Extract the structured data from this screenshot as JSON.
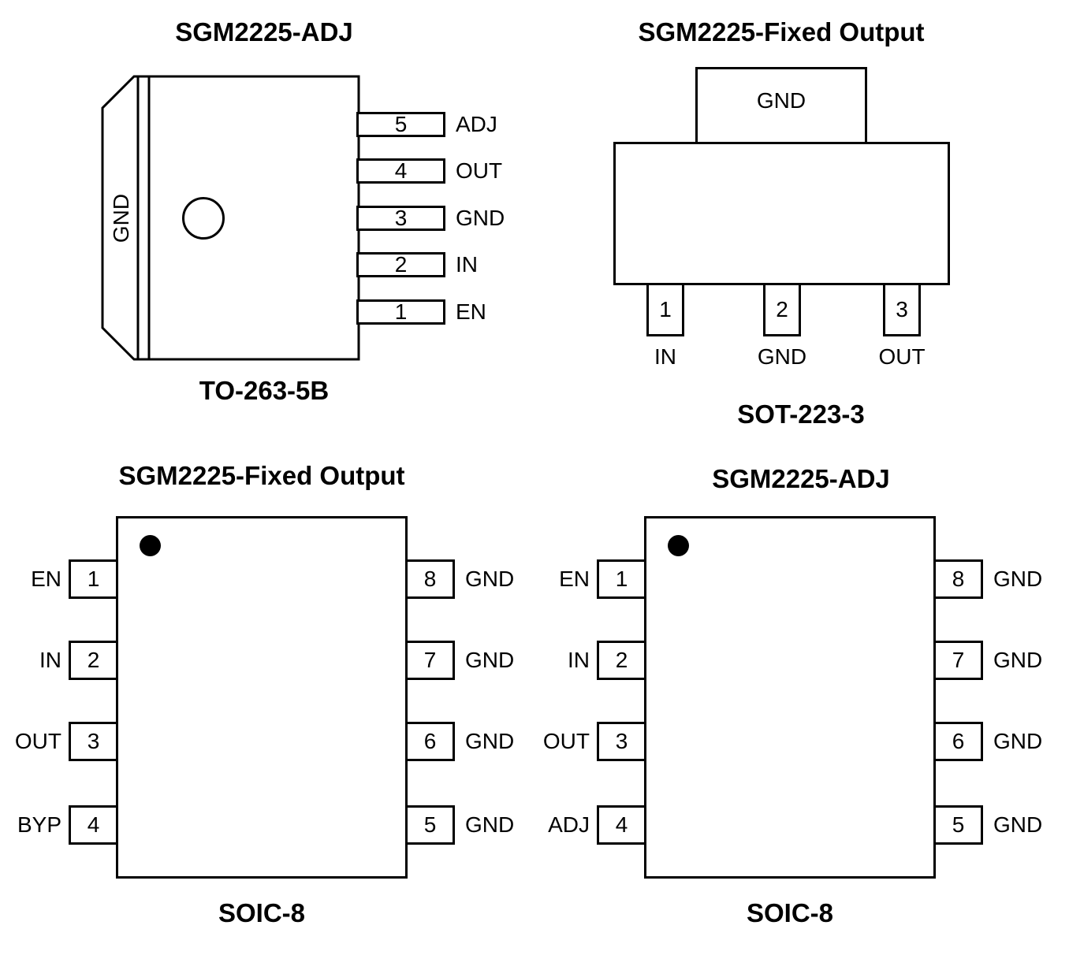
{
  "colors": {
    "line": "#000000",
    "background": "#ffffff"
  },
  "to263": {
    "title": "SGM2225-ADJ",
    "package": "TO-263-5B",
    "tab_label": "GND",
    "pins": [
      {
        "number": "5",
        "label": "ADJ"
      },
      {
        "number": "4",
        "label": "OUT"
      },
      {
        "number": "3",
        "label": "GND"
      },
      {
        "number": "2",
        "label": "IN"
      },
      {
        "number": "1",
        "label": "EN"
      }
    ]
  },
  "sot223": {
    "title": "SGM2225-Fixed Output",
    "package": "SOT-223-3",
    "tab_label": "GND",
    "pins": [
      {
        "number": "1",
        "label": "IN"
      },
      {
        "number": "2",
        "label": "GND"
      },
      {
        "number": "3",
        "label": "OUT"
      }
    ]
  },
  "soic8_fixed": {
    "title": "SGM2225-Fixed Output",
    "package": "SOIC-8",
    "left_pins": [
      {
        "number": "1",
        "label": "EN"
      },
      {
        "number": "2",
        "label": "IN"
      },
      {
        "number": "3",
        "label": "OUT"
      },
      {
        "number": "4",
        "label": "BYP"
      }
    ],
    "right_pins": [
      {
        "number": "8",
        "label": "GND"
      },
      {
        "number": "7",
        "label": "GND"
      },
      {
        "number": "6",
        "label": "GND"
      },
      {
        "number": "5",
        "label": "GND"
      }
    ]
  },
  "soic8_adj": {
    "title": "SGM2225-ADJ",
    "package": "SOIC-8",
    "left_pins": [
      {
        "number": "1",
        "label": "EN"
      },
      {
        "number": "2",
        "label": "IN"
      },
      {
        "number": "3",
        "label": "OUT"
      },
      {
        "number": "4",
        "label": "ADJ"
      }
    ],
    "right_pins": [
      {
        "number": "8",
        "label": "GND"
      },
      {
        "number": "7",
        "label": "GND"
      },
      {
        "number": "6",
        "label": "GND"
      },
      {
        "number": "5",
        "label": "GND"
      }
    ]
  }
}
